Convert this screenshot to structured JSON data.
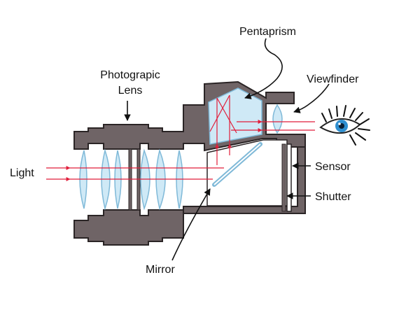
{
  "labels": {
    "pentaprism": "Pentaprism",
    "viewfinder": "Viewfinder",
    "lens_line1": "Photograpic",
    "lens_line2": "Lens",
    "light": "Light",
    "sensor": "Sensor",
    "shutter": "Shutter",
    "mirror": "Mirror"
  },
  "colors": {
    "body": "#6f6466",
    "body_stroke": "#2b2526",
    "glass": "#cfe9f6",
    "glass_stroke": "#7fb9d8",
    "light_ray": "#e11d3a",
    "leader": "#111111",
    "iris": "#2f8fd0"
  }
}
